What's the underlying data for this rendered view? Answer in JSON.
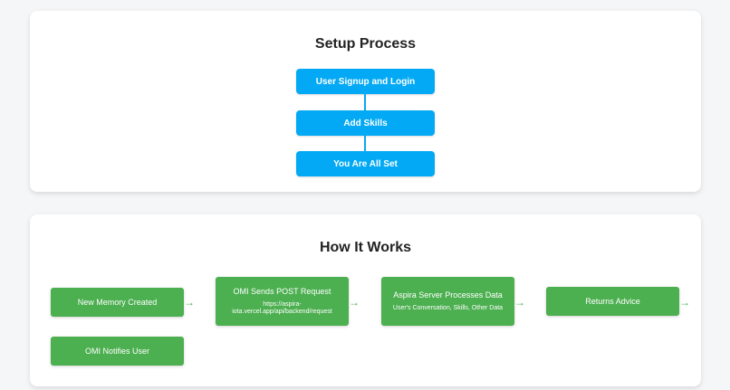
{
  "setup": {
    "title": "Setup Process",
    "steps": [
      "User Signup and Login",
      "Add Skills",
      "You Are All Set"
    ]
  },
  "how": {
    "title": "How It Works",
    "boxes": [
      {
        "title": "New Memory Created",
        "sub": ""
      },
      {
        "title": "OMI Sends POST Request",
        "sub": "https://aspira-iota.vercel.app/api/backend/request"
      },
      {
        "title": "Aspira Server Processes Data",
        "sub": "User's Conversation, Skills, Other Data"
      },
      {
        "title": "Returns Advice",
        "sub": ""
      },
      {
        "title": "OMI Notifies User",
        "sub": ""
      }
    ],
    "arrow": "→"
  }
}
